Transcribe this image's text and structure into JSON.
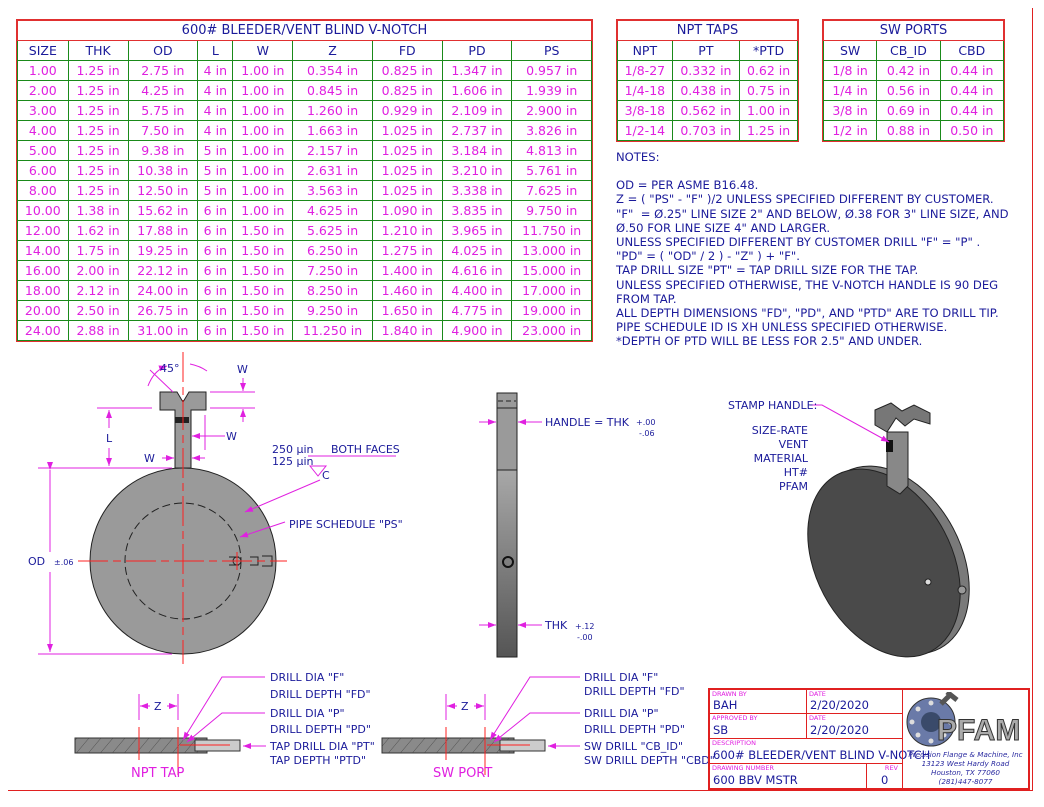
{
  "main_table": {
    "title": "600# BLEEDER/VENT BLIND V-NOTCH",
    "headers": [
      "SIZE",
      "THK",
      "OD",
      "L",
      "W",
      "Z",
      "FD",
      "PD",
      "PS"
    ],
    "rows": [
      [
        "1.00",
        "1.25 in",
        "2.75 in",
        "4 in",
        "1.00 in",
        "0.354 in",
        "0.825 in",
        "1.347 in",
        "0.957 in"
      ],
      [
        "2.00",
        "1.25 in",
        "4.25 in",
        "4 in",
        "1.00 in",
        "0.845 in",
        "0.825 in",
        "1.606 in",
        "1.939 in"
      ],
      [
        "3.00",
        "1.25 in",
        "5.75 in",
        "4 in",
        "1.00 in",
        "1.260 in",
        "0.929 in",
        "2.109 in",
        "2.900 in"
      ],
      [
        "4.00",
        "1.25 in",
        "7.50 in",
        "4 in",
        "1.00 in",
        "1.663 in",
        "1.025 in",
        "2.737 in",
        "3.826 in"
      ],
      [
        "5.00",
        "1.25 in",
        "9.38 in",
        "5 in",
        "1.00 in",
        "2.157 in",
        "1.025 in",
        "3.184 in",
        "4.813 in"
      ],
      [
        "6.00",
        "1.25 in",
        "10.38 in",
        "5 in",
        "1.00 in",
        "2.631 in",
        "1.025 in",
        "3.210 in",
        "5.761 in"
      ],
      [
        "8.00",
        "1.25 in",
        "12.50 in",
        "5 in",
        "1.00 in",
        "3.563 in",
        "1.025 in",
        "3.338 in",
        "7.625 in"
      ],
      [
        "10.00",
        "1.38 in",
        "15.62 in",
        "6 in",
        "1.00 in",
        "4.625 in",
        "1.090 in",
        "3.835 in",
        "9.750 in"
      ],
      [
        "12.00",
        "1.62 in",
        "17.88 in",
        "6 in",
        "1.50 in",
        "5.625 in",
        "1.210 in",
        "3.965 in",
        "11.750 in"
      ],
      [
        "14.00",
        "1.75 in",
        "19.25 in",
        "6 in",
        "1.50 in",
        "6.250 in",
        "1.275 in",
        "4.025 in",
        "13.000 in"
      ],
      [
        "16.00",
        "2.00 in",
        "22.12 in",
        "6 in",
        "1.50 in",
        "7.250 in",
        "1.400 in",
        "4.616 in",
        "15.000 in"
      ],
      [
        "18.00",
        "2.12 in",
        "24.00 in",
        "6 in",
        "1.50 in",
        "8.250 in",
        "1.460 in",
        "4.400 in",
        "17.000 in"
      ],
      [
        "20.00",
        "2.50 in",
        "26.75 in",
        "6 in",
        "1.50 in",
        "9.250 in",
        "1.650 in",
        "4.775 in",
        "19.000 in"
      ],
      [
        "24.00",
        "2.88 in",
        "31.00 in",
        "6 in",
        "1.50 in",
        "11.250 in",
        "1.840 in",
        "4.900 in",
        "23.000 in"
      ]
    ]
  },
  "npt_table": {
    "title": "NPT TAPS",
    "headers": [
      "NPT",
      "PT",
      "*PTD"
    ],
    "rows": [
      [
        "1/8-27",
        "0.332 in",
        "0.62 in"
      ],
      [
        "1/4-18",
        "0.438 in",
        "0.75 in"
      ],
      [
        "3/8-18",
        "0.562 in",
        "1.00 in"
      ],
      [
        "1/2-14",
        "0.703 in",
        "1.25 in"
      ]
    ]
  },
  "sw_table": {
    "title": "SW PORTS",
    "headers": [
      "SW",
      "CB_ID",
      "CBD"
    ],
    "rows": [
      [
        "1/8 in",
        "0.42 in",
        "0.44 in"
      ],
      [
        "1/4 in",
        "0.56 in",
        "0.44 in"
      ],
      [
        "3/8 in",
        "0.69 in",
        "0.44 in"
      ],
      [
        "1/2 in",
        "0.88 in",
        "0.50 in"
      ]
    ]
  },
  "notes": {
    "heading": "NOTES:",
    "lines": [
      "OD = PER ASME B16.48.",
      "Z = ( \"PS\" - \"F\" )/2 UNLESS SPECIFIED DIFFERENT BY CUSTOMER.",
      "\"F\"  = Ø.25\" LINE SIZE 2\" AND BELOW, Ø.38 FOR 3\" LINE SIZE, AND Ø.50 FOR LINE SIZE 4\" AND LARGER.",
      "UNLESS SPECIFIED DIFFERENT BY CUSTOMER DRILL \"F\" = \"P\" .",
      "\"PD\" = ( \"OD\" / 2 ) - \"Z\" ) + \"F\".",
      "TAP DRILL SIZE \"PT\" = TAP DRILL SIZE FOR THE TAP.",
      "UNLESS SPECIFIED OTHERWISE, THE V-NOTCH HANDLE IS 90 DEG FROM TAP.",
      "ALL DEPTH DIMENSIONS \"FD\", \"PD\", AND \"PTD\" ARE TO DRILL TIP.",
      "PIPE SCHEDULE ID IS XH UNLESS SPECIFIED OTHERWISE.",
      "*DEPTH OF PTD WILL BE LESS FOR 2.5\" AND UNDER."
    ]
  },
  "front_view": {
    "angle": "45°",
    "w": "W",
    "l": "L",
    "od": "OD",
    "od_tol": "±.06",
    "finish1": "250 µin",
    "finish2": "125 µin",
    "both_faces": "BOTH FACES",
    "finish_sym": "C",
    "pipe_schedule": "PIPE SCHEDULE \"PS\""
  },
  "side_view": {
    "handle": "HANDLE = THK",
    "handle_tol_plus": "+.00",
    "handle_tol_minus": "-.06",
    "thk": "THK",
    "thk_tol_plus": "+.12",
    "thk_tol_minus": "-.00"
  },
  "iso_view": {
    "stamp": "STAMP HANDLE:",
    "stamp_lines": [
      "SIZE-RATE",
      "VENT",
      "MATERIAL",
      "HT#",
      "PFAM"
    ]
  },
  "npt_detail": {
    "z": "Z",
    "drill_f": "DRILL DIA \"F\"",
    "drill_fd": "DRILL DEPTH \"FD\"",
    "drill_p": "DRILL DIA \"P\"",
    "drill_pd": "DRILL DEPTH \"PD\"",
    "tap_pt": "TAP DRILL DIA \"PT\"",
    "tap_ptd": "TAP DEPTH \"PTD\"",
    "title": "NPT TAP"
  },
  "sw_detail": {
    "z": "Z",
    "drill_f": "DRILL DIA \"F\"",
    "drill_fd": "DRILL DEPTH \"FD\"",
    "drill_p": "DRILL DIA \"P\"",
    "drill_pd": "DRILL DEPTH \"PD\"",
    "sw_cb": "SW DRILL \"CB_ID\"",
    "sw_cbd": "SW DRILL DEPTH \"CBD\"",
    "title": "SW PORT"
  },
  "title_block": {
    "drawn_by_label": "DRAWN BY",
    "drawn_by": "BAH",
    "date_label": "DATE",
    "date1": "2/20/2020",
    "approved_label": "APPROVED BY",
    "approved_by": "SB",
    "date2": "2/20/2020",
    "description_label": "DESCRIPTION",
    "description": "600# BLEEDER/VENT BLIND V-NOTCH",
    "drawing_number_label": "DRAWING NUMBER",
    "drawing_number": "600 BBV MSTR",
    "rev_label": "REV",
    "rev": "0"
  },
  "logo": {
    "text": "PFAM",
    "company": "Precision Flange & Machine, Inc",
    "address1": "13123 West Hardy Road",
    "address2": "Houston, TX 77060",
    "phone": "(281)447-8077"
  },
  "colors": {
    "dimension": "#e020e0",
    "text": "#1a1a9a",
    "border": "#e02020",
    "grid": "#1a8a1a",
    "centerline": "#ff2020",
    "part": "#9a9a9a"
  }
}
